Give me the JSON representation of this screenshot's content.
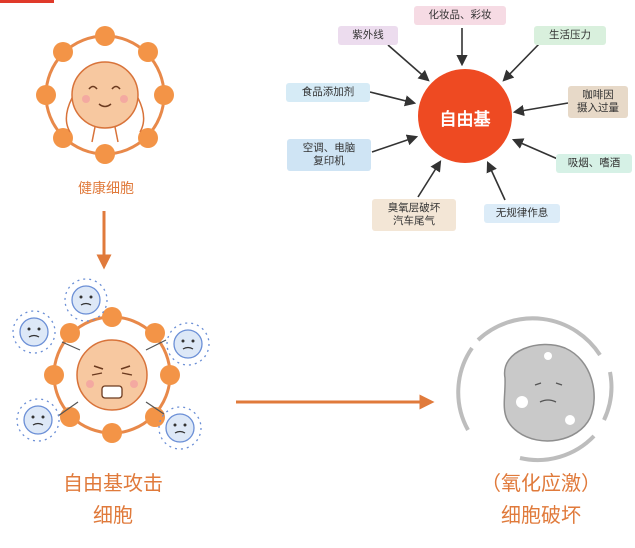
{
  "top_left": {
    "healthy_cell_label": "健康细胞"
  },
  "free_radical": {
    "center_label": "自由基",
    "sources": [
      {
        "label": "化妆品、彩妆",
        "color": "#f6dbe4"
      },
      {
        "label": "紫外线",
        "color": "#ecdcee"
      },
      {
        "label": "生活压力",
        "color": "#d9f0dd"
      },
      {
        "label": "食品添加剂",
        "color": "#d6ebf6"
      },
      {
        "label": "咖啡因\n摄入过量",
        "color": "#e7d9c8"
      },
      {
        "label": "空调、电脑\n复印机",
        "color": "#cfe4f4"
      },
      {
        "label": "吸烟、嗜酒",
        "color": "#d6f1e6"
      },
      {
        "label": "臭氧层破坏\n汽车尾气",
        "color": "#f3e6d6"
      },
      {
        "label": "无规律作息",
        "color": "#dcecf8"
      }
    ],
    "center_color": "#ee4a22"
  },
  "bottom_left": {
    "line1": "自由基攻击",
    "line2": "细胞"
  },
  "bottom_right": {
    "line1": "（氧化应激）",
    "line2": "细胞破坏"
  },
  "colors": {
    "orange": "#f39447",
    "cell_outline": "#d8733a",
    "arrow": "#e07a3b",
    "dark_arrow": "#333333",
    "grey": "#c7c7c7"
  }
}
